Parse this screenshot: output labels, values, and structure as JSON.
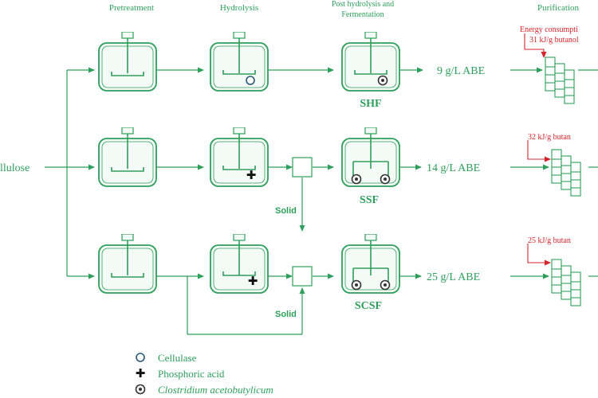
{
  "columns": {
    "pretreatment": "Pretreatment",
    "hydrolysis": "Hydrolysis",
    "fermentation_line1": "Post hydrolysis and",
    "fermentation_line2": "Fermentation",
    "purification": "Purification"
  },
  "feed_label": "llulose",
  "rows": [
    {
      "process": "SHF",
      "output": "9 g/L ABE",
      "energy": "Energy consumpti",
      "energy_line2": "31 kJ/g butanol"
    },
    {
      "process": "SSF",
      "output": "14 g/L ABE",
      "energy": "32 kJ/g butan"
    },
    {
      "process": "SCSF",
      "output": "25 g/L ABE",
      "energy": "25 kJ/g butan"
    }
  ],
  "solid_labels": [
    "Solid",
    "Solid"
  ],
  "legend": [
    {
      "icon": "cellulase-icon",
      "label": "Cellulase"
    },
    {
      "icon": "phosphoric-acid-icon",
      "label": "Phosphoric acid"
    },
    {
      "icon": "clostridium-icon",
      "label": "Clostridium acetobutylicum"
    }
  ],
  "colors": {
    "line": "#2e9e5b",
    "energy": "#d6242b",
    "liquid_pretreatment": "#dcecf3",
    "liquid_hydrolysis_1": "#f6eeb2",
    "liquid_hydrolysis_2": "#a9d18e",
    "liquid_ferment_1": "#f7efbb",
    "liquid_ferment_2": "#f7efbb",
    "liquid_ferment_3": "#f2c43b",
    "vessel_fill": "#f4fbf6"
  }
}
